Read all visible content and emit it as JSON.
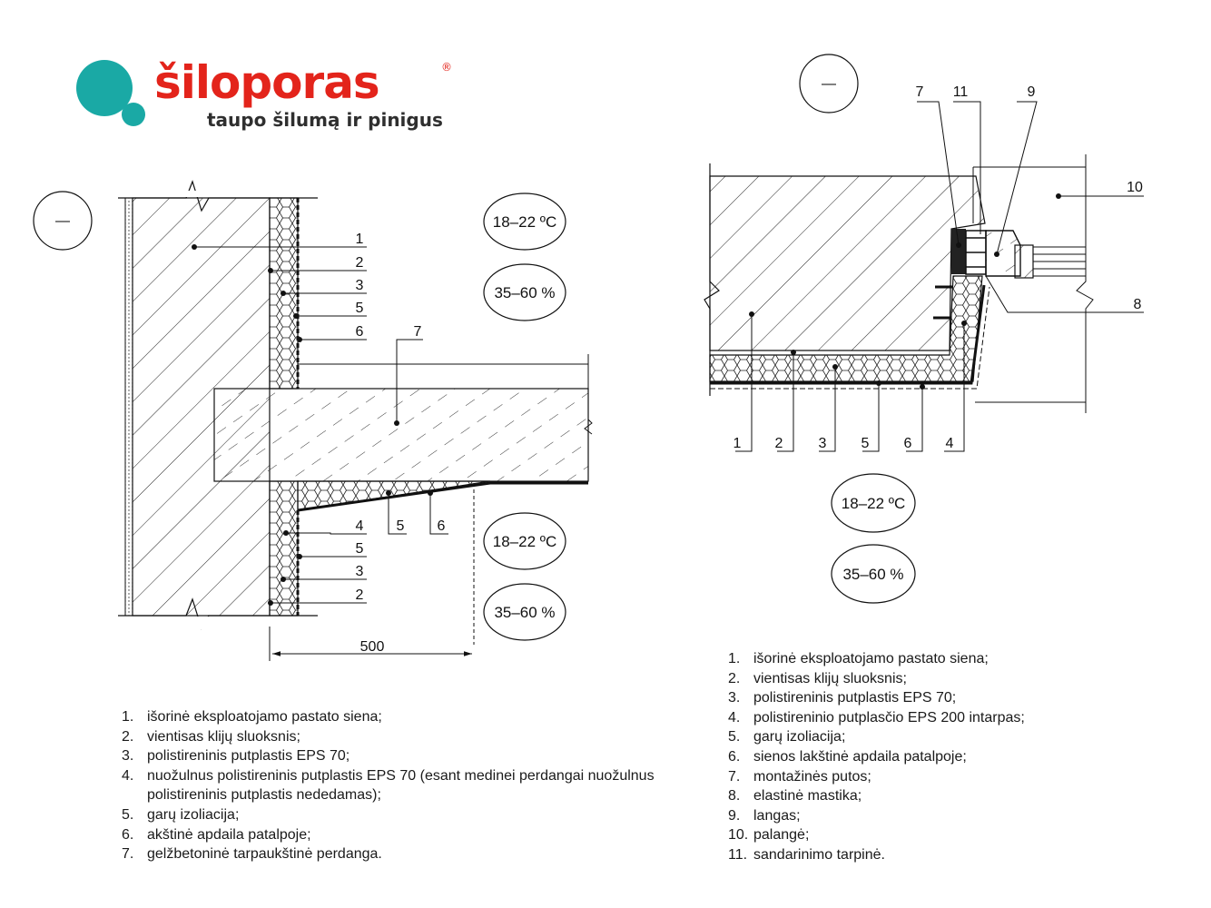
{
  "brand": {
    "name": "šiloporas",
    "registered_mark": "®",
    "tagline": "taupo šilumą ir pinigus",
    "colors": {
      "logo_text": "#e3241b",
      "logo_dots": "#1aa9a5",
      "tagline": "#2f2f2f"
    }
  },
  "left_detail": {
    "section_mark": "—",
    "callouts": [
      "1",
      "2",
      "3",
      "5",
      "6",
      "7",
      "4",
      "5",
      "6",
      "5",
      "3",
      "2"
    ],
    "climate_top": {
      "temperature": "18–22 ºC",
      "humidity": "35–60 %"
    },
    "climate_bottom": {
      "temperature": "18–22 ºC",
      "humidity": "35–60 %"
    },
    "dimension": "500",
    "legend": [
      {
        "num": "1.",
        "text": "išorinė eksploatojamo pastato siena;"
      },
      {
        "num": "2.",
        "text": "vientisas klijų sluoksnis;"
      },
      {
        "num": "3.",
        "text": "polistireninis putplastis EPS 70;"
      },
      {
        "num": "4.",
        "text": "nuožulnus polistireninis putplastis EPS 70 (esant medinei perdangai nuožulnus polistireninis putplastis nededamas);"
      },
      {
        "num": "5.",
        "text": "garų izoliacija;"
      },
      {
        "num": "6.",
        "text": "akštinė apdaila patalpoje;"
      },
      {
        "num": "7.",
        "text": "gelžbetoninė tarpaukštinė perdanga."
      }
    ]
  },
  "right_detail": {
    "section_mark": "—",
    "callouts_top": [
      "7",
      "11",
      "9",
      "10",
      "8"
    ],
    "callouts_bottom": [
      "1",
      "2",
      "3",
      "5",
      "6",
      "4"
    ],
    "climate": {
      "temperature": "18–22 ºC",
      "humidity": "35–60 %"
    },
    "legend": [
      {
        "num": "1.",
        "text": "išorinė eksploatojamo pastato siena;"
      },
      {
        "num": "2.",
        "text": "vientisas klijų sluoksnis;"
      },
      {
        "num": "3.",
        "text": "polistireninis putplastis EPS 70;"
      },
      {
        "num": "4.",
        "text": "polistireninio putplasčio EPS 200 intarpas;"
      },
      {
        "num": "5.",
        "text": "garų izoliacija;"
      },
      {
        "num": "6.",
        "text": "sienos lakštinė apdaila patalpoje;"
      },
      {
        "num": "7.",
        "text": "montažinės putos;"
      },
      {
        "num": "8.",
        "text": "elastinė mastika;"
      },
      {
        "num": "9.",
        "text": "langas;"
      },
      {
        "num": "10.",
        "text": "palangė;"
      },
      {
        "num": "11.",
        "text": "sandarinimo tarpinė."
      }
    ]
  }
}
